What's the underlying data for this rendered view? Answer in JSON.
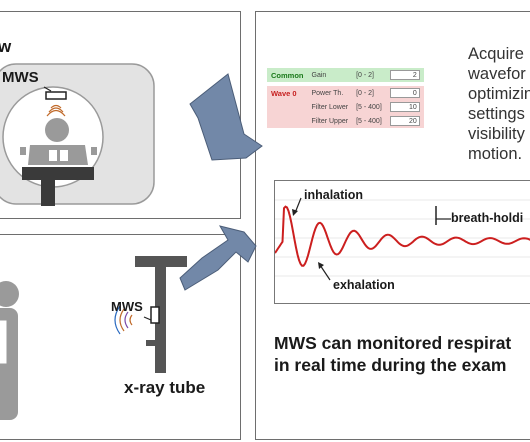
{
  "top_left": {
    "title": "w",
    "mws_label": "MWS"
  },
  "bottom_left": {
    "mws_label": "MWS",
    "tube_label": "x-ray tube"
  },
  "right": {
    "description_lines": [
      "Acquire",
      "wavefor",
      "optimizin",
      "settings",
      "visibility",
      "motion."
    ],
    "settings": {
      "common": {
        "group": "Common",
        "param": "Gain",
        "range": "[0 - 2]",
        "value": "2"
      },
      "wave_rows": [
        {
          "group": "Wave 0",
          "param": "Power Th.",
          "range": "[0 - 2]",
          "value": "0"
        },
        {
          "group": "",
          "param": "Filter Lower",
          "range": "[5 - 400]",
          "value": "10"
        },
        {
          "group": "",
          "param": "Filter Upper",
          "range": "[5 - 400]",
          "value": "20"
        }
      ]
    },
    "waveform": {
      "inhalation_label": "inhalation",
      "exhalation_label": "exhalation",
      "breath_holding_label": "breath-holdi"
    },
    "caption_lines": [
      "MWS can monitored respirat",
      "in real time during the exam"
    ]
  },
  "colors": {
    "waveform": "#cc1f1f",
    "arrow": "#7288a8",
    "machine": "#8c8c8c",
    "common_row": "#c9ecc9",
    "wave_row": "#f7d4d4",
    "rf_waves": "#c06a2a"
  }
}
